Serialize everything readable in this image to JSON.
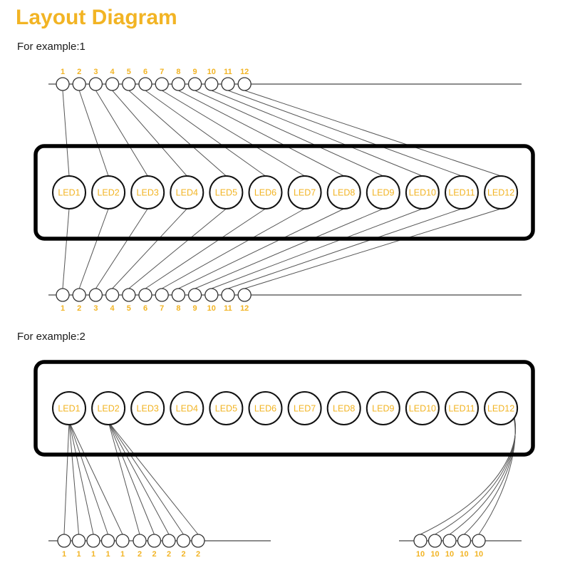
{
  "title": "Layout Diagram",
  "colors": {
    "accent": "#f2b424",
    "outline": "#000000",
    "wire": "#555555",
    "rail": "#666666",
    "background": "#ffffff"
  },
  "examples": [
    {
      "id": "example-1",
      "label": "For example:1",
      "leds": [
        "LED1",
        "LED2",
        "LED3",
        "LED4",
        "LED5",
        "LED6",
        "LED7",
        "LED8",
        "LED9",
        "LED10",
        "LED11",
        "LED12"
      ],
      "top_rail": {
        "labels": [
          "1",
          "2",
          "3",
          "4",
          "5",
          "6",
          "7",
          "8",
          "9",
          "10",
          "11",
          "12"
        ],
        "label_position": "above"
      },
      "bottom_rail": {
        "labels": [
          "1",
          "2",
          "3",
          "4",
          "5",
          "6",
          "7",
          "8",
          "9",
          "10",
          "11",
          "12"
        ],
        "label_position": "below"
      }
    },
    {
      "id": "example-2",
      "label": "For example:2",
      "leds": [
        "LED1",
        "LED2",
        "LED3",
        "LED4",
        "LED5",
        "LED6",
        "LED7",
        "LED8",
        "LED9",
        "LED10",
        "LED11",
        "LED12"
      ],
      "bottom_rail": {
        "groups": [
          {
            "source": "LED1",
            "labels": [
              "1",
              "1",
              "1",
              "1",
              "1"
            ]
          },
          {
            "source": "LED2",
            "labels": [
              "2",
              "2",
              "2",
              "2",
              "2"
            ]
          },
          {
            "source": "LED12",
            "labels": [
              "10",
              "10",
              "10",
              "10",
              "10"
            ]
          }
        ],
        "label_position": "below"
      }
    }
  ]
}
